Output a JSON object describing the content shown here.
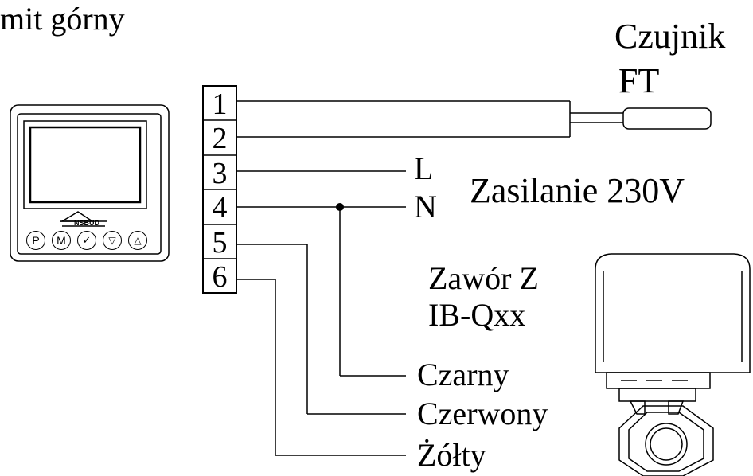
{
  "header_text": "mit górny",
  "sensor": {
    "line1": "Czujnik",
    "line2": "FT"
  },
  "terminals": [
    "1",
    "2",
    "3",
    "4",
    "5",
    "6"
  ],
  "power": {
    "l_label": "L",
    "n_label": "N",
    "title": "Zasilanie 230V"
  },
  "valve": {
    "line1": "Zawór Z",
    "line2": "IB-Qxx"
  },
  "wires": {
    "black": "Czarny",
    "red": "Czerwony",
    "yellow": "Żółty"
  },
  "thermostat": {
    "brand": "NSBUD",
    "buttons": [
      {
        "glyph": "P",
        "icon": "p-button"
      },
      {
        "glyph": "M",
        "icon": "m-button"
      },
      {
        "glyph": "✓",
        "icon": "check-button"
      },
      {
        "glyph": "▽",
        "icon": "down-button"
      },
      {
        "glyph": "△",
        "icon": "up-button"
      }
    ]
  }
}
